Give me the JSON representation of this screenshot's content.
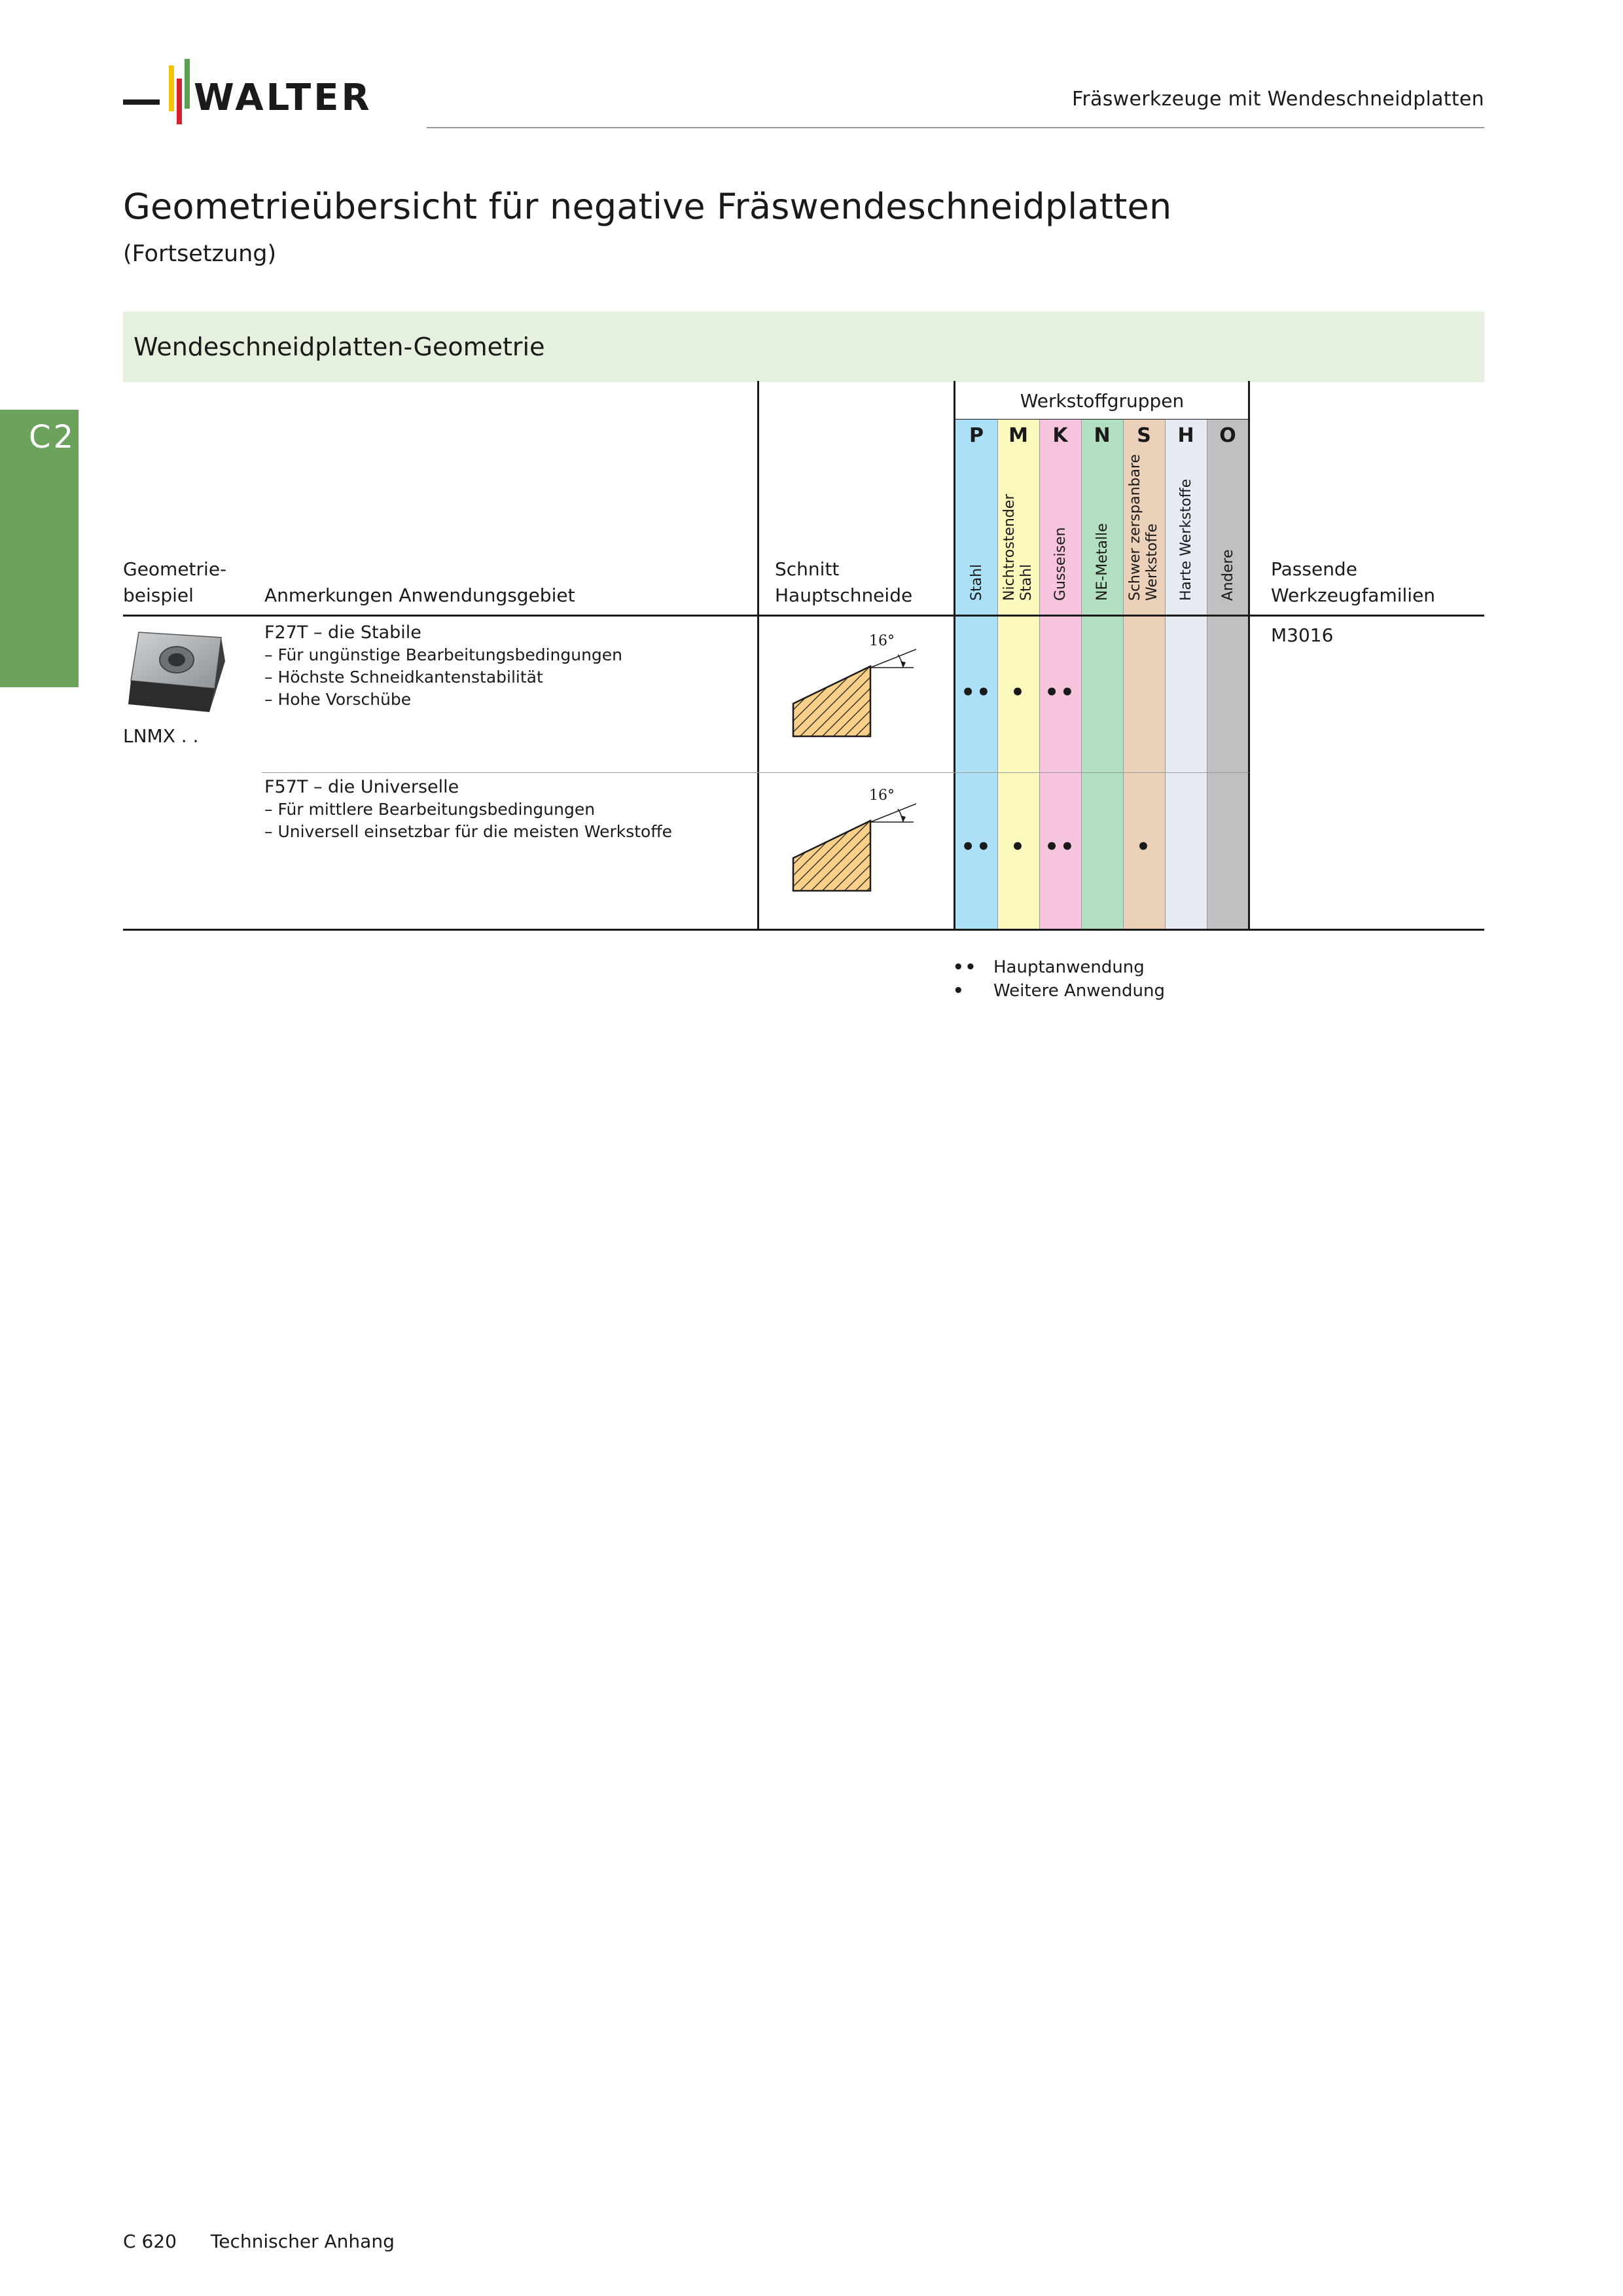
{
  "header": {
    "brand": "WALTER",
    "title": "Fräswerkzeuge mit Wendeschneidplatten"
  },
  "page_title": "Geometrieübersicht für negative Fräswendeschneidplatten",
  "page_subtitle": "(Fortsetzung)",
  "side_tab": "C2",
  "section_title": "Wendeschneidplatten-Geometrie",
  "table": {
    "headers": {
      "geometry": [
        "Geometrie-",
        "beispiel"
      ],
      "notes": "Anmerkungen Anwendungsgebiet",
      "cut": [
        "Schnitt",
        "Hauptschneide"
      ],
      "material_groups": "Werkstoffgruppen",
      "tools": [
        "Passende",
        "Werkzeugfamilien"
      ]
    },
    "material_groups": [
      {
        "letter": "P",
        "label": [
          "Stahl"
        ],
        "color": "#abe0f6"
      },
      {
        "letter": "M",
        "label": [
          "Nichtrostender",
          "Stahl"
        ],
        "color": "#fcf9bd"
      },
      {
        "letter": "K",
        "label": [
          "Gusseisen"
        ],
        "color": "#f7c4dd"
      },
      {
        "letter": "N",
        "label": [
          "NE-Metalle"
        ],
        "color": "#b3dfc1"
      },
      {
        "letter": "S",
        "label": [
          "Schwer zerspanbare",
          "Werkstoffe"
        ],
        "color": "#ebd1b9"
      },
      {
        "letter": "H",
        "label": [
          "Harte Werkstoffe"
        ],
        "color": "#e6ebf3"
      },
      {
        "letter": "O",
        "label": [
          "Andere"
        ],
        "color": "#bfc0c2"
      }
    ],
    "insert_type": "LNMX . .",
    "tool_family": "M3016",
    "rows": [
      {
        "title": "F27T – die Stabile",
        "lines": [
          "– Für ungünstige Bearbeitungsbedingungen",
          "– Höchste Schneidkantenstabilität",
          "– Hohe Vorschübe"
        ],
        "angle": "16°",
        "ratings": [
          "••",
          "•",
          "••",
          "",
          "",
          "",
          ""
        ]
      },
      {
        "title": "F57T – die Universelle",
        "lines": [
          "– Für mittlere Bearbeitungsbedingungen",
          "– Universell einsetzbar für die meisten Werkstoffe"
        ],
        "angle": "16°",
        "ratings": [
          "••",
          "•",
          "••",
          "",
          "•",
          "",
          ""
        ]
      }
    ]
  },
  "legend": [
    {
      "symbol": "••",
      "label": "Hauptanwendung"
    },
    {
      "symbol": "•",
      "label": "Weitere Anwendung"
    }
  ],
  "footer": {
    "page_number": "C 620",
    "chapter": "Technischer Anhang"
  }
}
